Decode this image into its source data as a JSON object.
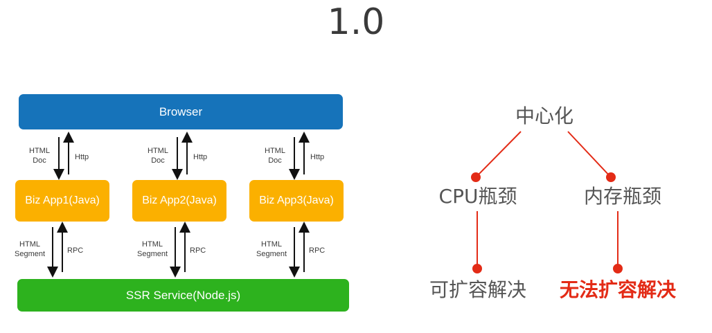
{
  "title": "1.0",
  "left_diagram": {
    "browser": "Browser",
    "apps": [
      "Biz App1(Java)",
      "Biz App2(Java)",
      "Biz App3(Java)"
    ],
    "ssr": "SSR Service(Node.js)",
    "upper_down_label": [
      "HTML",
      "Doc"
    ],
    "upper_up_label": "Http",
    "lower_down_label": [
      "HTML",
      "Segment"
    ],
    "lower_up_label": "RPC"
  },
  "right_diagram": {
    "root": "中心化",
    "mid_left": "CPU瓶颈",
    "mid_right": "内存瓶颈",
    "leaf_left": "可扩容解决",
    "leaf_right": "无法扩容解决"
  },
  "colors": {
    "browser": "#1673ba",
    "app": "#fbb000",
    "ssr": "#2db21e",
    "tree_line": "#e32b16",
    "highlight_text": "#e32b16"
  }
}
